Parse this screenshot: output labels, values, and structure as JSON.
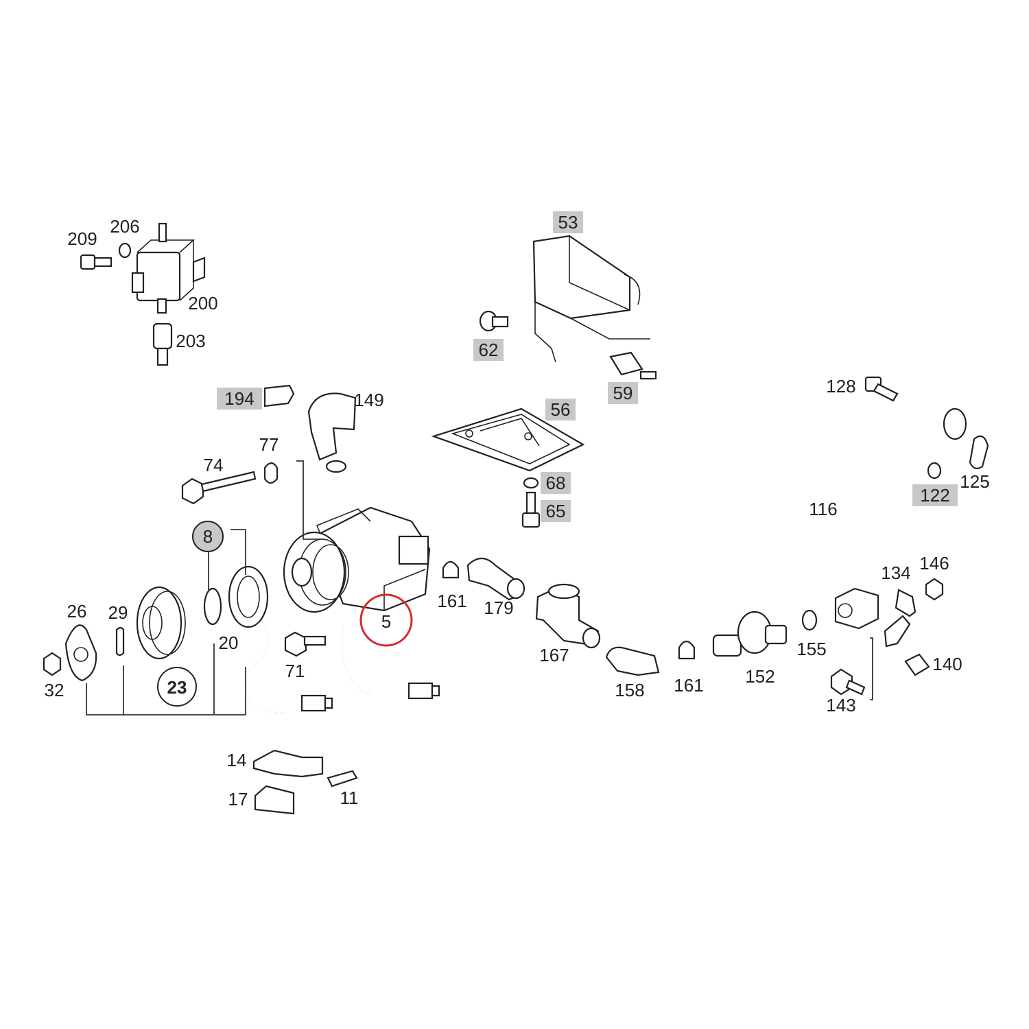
{
  "diagram": {
    "title": "Air pump / secondary air injection exploded parts diagram",
    "highlight_color": "#d42a2a",
    "callouts": {
      "p209": "209",
      "p206": "206",
      "p200": "200",
      "p203": "203",
      "p53": "53",
      "p62": "62",
      "p59": "59",
      "p194": "194",
      "p149": "149",
      "p56": "56",
      "p68": "68",
      "p65": "65",
      "p128": "128",
      "p125": "125",
      "p122": "122",
      "p74": "74",
      "p77": "77",
      "p116": "116",
      "p8": "8",
      "p161a": "161",
      "p179": "179",
      "p134": "134",
      "p146": "146",
      "p26": "26",
      "p29": "29",
      "p20": "20",
      "p5": "5",
      "p71": "71",
      "p167": "167",
      "p158": "158",
      "p161b": "161",
      "p152": "152",
      "p155": "155",
      "p140": "140",
      "p143": "143",
      "p32": "32",
      "p23": "23",
      "p14": "14",
      "p17": "17",
      "p11": "11"
    }
  }
}
